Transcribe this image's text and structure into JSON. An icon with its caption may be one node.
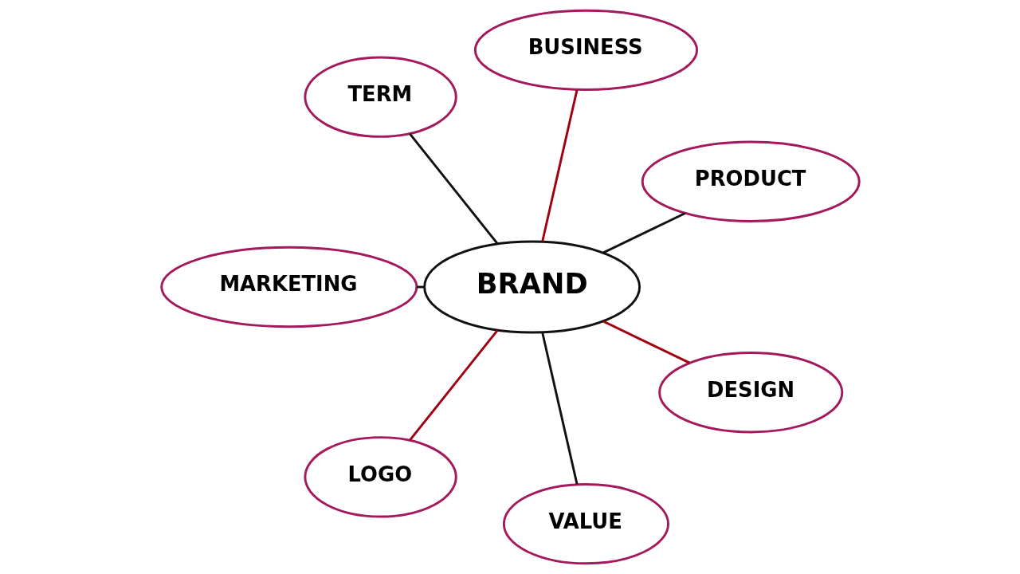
{
  "diagram": {
    "nodes": [
      {
        "text": [
          "BUSINESS"
        ]
      },
      {
        "text": [
          "TERM"
        ]
      },
      {
        "text": [
          "PRODUCT"
        ]
      },
      {
        "text": [
          "BRAND"
        ]
      },
      {
        "text": [
          "DESIGN"
        ]
      },
      {
        "text": [
          "MARKETING"
        ]
      },
      {
        "text": [
          "LOGO"
        ]
      },
      {
        "text": [
          "VALUE"
        ]
      }
    ],
    "edges": [
      {
        "from": 3,
        "to": 0,
        "arrow": "none",
        "color": "#a00010"
      },
      {
        "from": 3,
        "to": 1,
        "arrow": "none"
      },
      {
        "from": 3,
        "to": 2,
        "arrow": "none"
      },
      {
        "from": 3,
        "to": 4,
        "arrow": "none",
        "color": "#a00010"
      },
      {
        "from": 3,
        "to": 5,
        "arrow": "none"
      },
      {
        "from": 3,
        "to": 6,
        "arrow": "none",
        "color": "#a00010"
      },
      {
        "from": 3,
        "to": 7,
        "arrow": "none"
      }
    ]
  }
}
